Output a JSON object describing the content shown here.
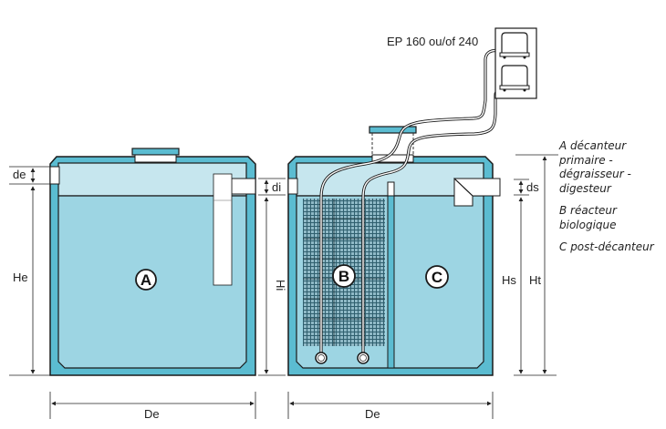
{
  "colors": {
    "wall": "#5bbcd1",
    "water": "#9dd5e3",
    "air": "#c6e6ee",
    "outline": "#1a1a1a",
    "pipe": "#ffffff",
    "media": "#2f5f6e"
  },
  "blower": {
    "label": "EP 160 ou/of 240"
  },
  "tank_a": {
    "marker": "A"
  },
  "tank_bc": {
    "marker_b": "B",
    "marker_c": "C"
  },
  "dimensions": {
    "de": "de",
    "He": "He",
    "di": "di",
    "Hi": "Hi",
    "ds": "ds",
    "Hs": "Hs",
    "Ht": "Ht",
    "De_left": "De",
    "De_right": "De"
  },
  "legend": {
    "a": "A décanteur primaire - dégraisseur - digesteur",
    "b": "B réacteur biologique",
    "c": "C post-décanteur"
  }
}
